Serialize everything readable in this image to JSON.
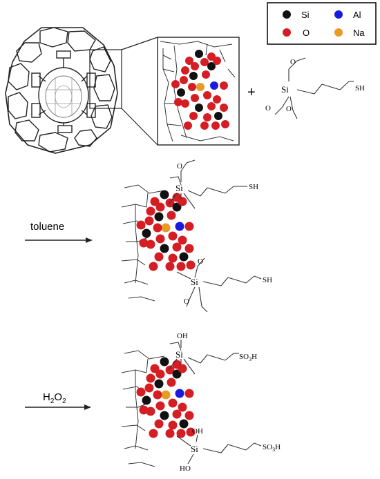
{
  "legend": {
    "items": [
      {
        "symbol": "Si",
        "color": "#111111"
      },
      {
        "symbol": "Al",
        "color": "#1a1adc"
      },
      {
        "symbol": "O",
        "color": "#d41e24"
      },
      {
        "symbol": "Na",
        "color": "#e89b22"
      }
    ]
  },
  "reaction": {
    "plus": "+",
    "silane": {
      "si": "Si",
      "thiol": "SH"
    },
    "step1": {
      "reagent": "toluene",
      "si_top": "Si",
      "si_bottom": "Si",
      "sh_top": "SH",
      "sh_bottom": "SH"
    },
    "step2": {
      "reagent_main": "H",
      "reagent_sub": "2",
      "reagent_tail": "O",
      "reagent_tail_sub": "2",
      "si_top": "Si",
      "si_bottom": "Si",
      "oh_top": "OH",
      "oh_b1": "OH",
      "oh_b2": "HO",
      "so3h_main": "SO",
      "so3h_sub": "3",
      "so3h_tail": "H"
    }
  },
  "colors": {
    "si": "#111111",
    "o": "#d41e24",
    "al": "#1a1adc",
    "na": "#e89b22",
    "line": "#333333"
  }
}
